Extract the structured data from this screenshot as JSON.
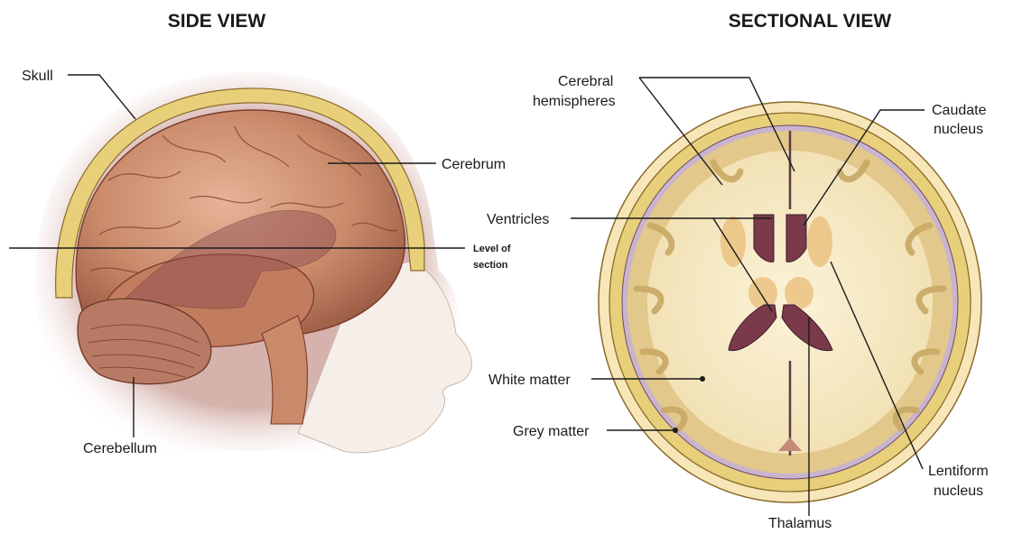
{
  "titles": {
    "side": "SIDE VIEW",
    "sectional": "SECTIONAL VIEW"
  },
  "side_labels": {
    "skull": "Skull",
    "cerebrum": "Cerebrum",
    "cerebellum": "Cerebellum",
    "level_of_section_line1": "Level of",
    "level_of_section_line2": "section"
  },
  "section_labels": {
    "cerebral_hemispheres_line1": "Cerebral",
    "cerebral_hemispheres_line2": "hemispheres",
    "ventricles": "Ventricles",
    "caudate_nucleus_line1": "Caudate",
    "caudate_nucleus_line2": "nucleus",
    "white_matter": "White matter",
    "grey_matter": "Grey matter",
    "lentiform_nucleus_line1": "Lentiform",
    "lentiform_nucleus_line2": "nucleus",
    "thalamus": "Thalamus"
  },
  "colors": {
    "brain": "#c98a6a",
    "brain_dark": "#8a4a3a",
    "bone": "#e8cf7a",
    "white_matter": "#f6e9c4",
    "grey_matter": "#e3c88c",
    "ventricle": "#7a3a4a",
    "skin": "#f3ece6"
  }
}
